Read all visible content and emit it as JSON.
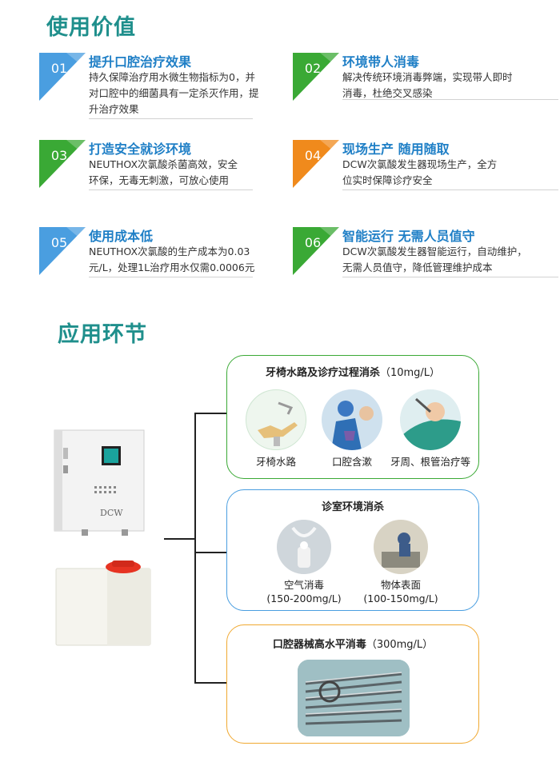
{
  "section1": {
    "title": "使用价值",
    "items": [
      {
        "num": "01",
        "title": "提升口腔治疗效果",
        "lines": [
          "持久保障治疗用水微生物指标为0，并",
          "对口腔中的细菌具有一定杀灭作用，提",
          "升治疗效果"
        ],
        "color": "#4a9ee0"
      },
      {
        "num": "02",
        "title": "环境带人消毒",
        "lines": [
          "解决传统环境消毒弊端，实现带人即时",
          "消毒，杜绝交叉感染"
        ],
        "color": "#3aa935"
      },
      {
        "num": "03",
        "title": "打造安全就诊环境",
        "lines": [
          "NEUTHOX次氯酸杀菌高效，安全",
          "环保，无毒无刺激，可放心使用"
        ],
        "color": "#3aa935"
      },
      {
        "num": "04",
        "title": "现场生产 随用随取",
        "lines": [
          "DCW次氯酸发生器现场生产，全方",
          "位实时保障诊疗安全"
        ],
        "color": "#f08a1c"
      },
      {
        "num": "05",
        "title": "使用成本低",
        "lines": [
          "NEUTHOX次氯酸的生产成本为0.03",
          "元/L，处理1L治疗用水仅需0.0006元"
        ],
        "color": "#4a9ee0"
      },
      {
        "num": "06",
        "title": "智能运行 无需人员值守",
        "lines": [
          "DCW次氯酸发生器智能运行，自动维护，",
          "无需人员值守，降低管理维护成本"
        ],
        "color": "#3aa935"
      }
    ]
  },
  "section2": {
    "title": "应用环节",
    "device_brand": "DCW",
    "box1": {
      "title": "牙椅水路及诊疗过程消杀",
      "conc": "（10mg/L）",
      "captions": [
        "牙椅水路",
        "口腔含漱",
        "牙周、根管治疗等"
      ],
      "border": "#3aa935"
    },
    "box2": {
      "title": "诊室环境消杀",
      "captions": [
        [
          "空气消毒",
          "(150-200mg/L)"
        ],
        [
          "物体表面",
          "(100-150mg/L)"
        ]
      ],
      "border": "#4a9ee0"
    },
    "box3": {
      "title": "口腔器械高水平消毒",
      "conc": "（300mg/L）",
      "border": "#f0a830"
    }
  }
}
